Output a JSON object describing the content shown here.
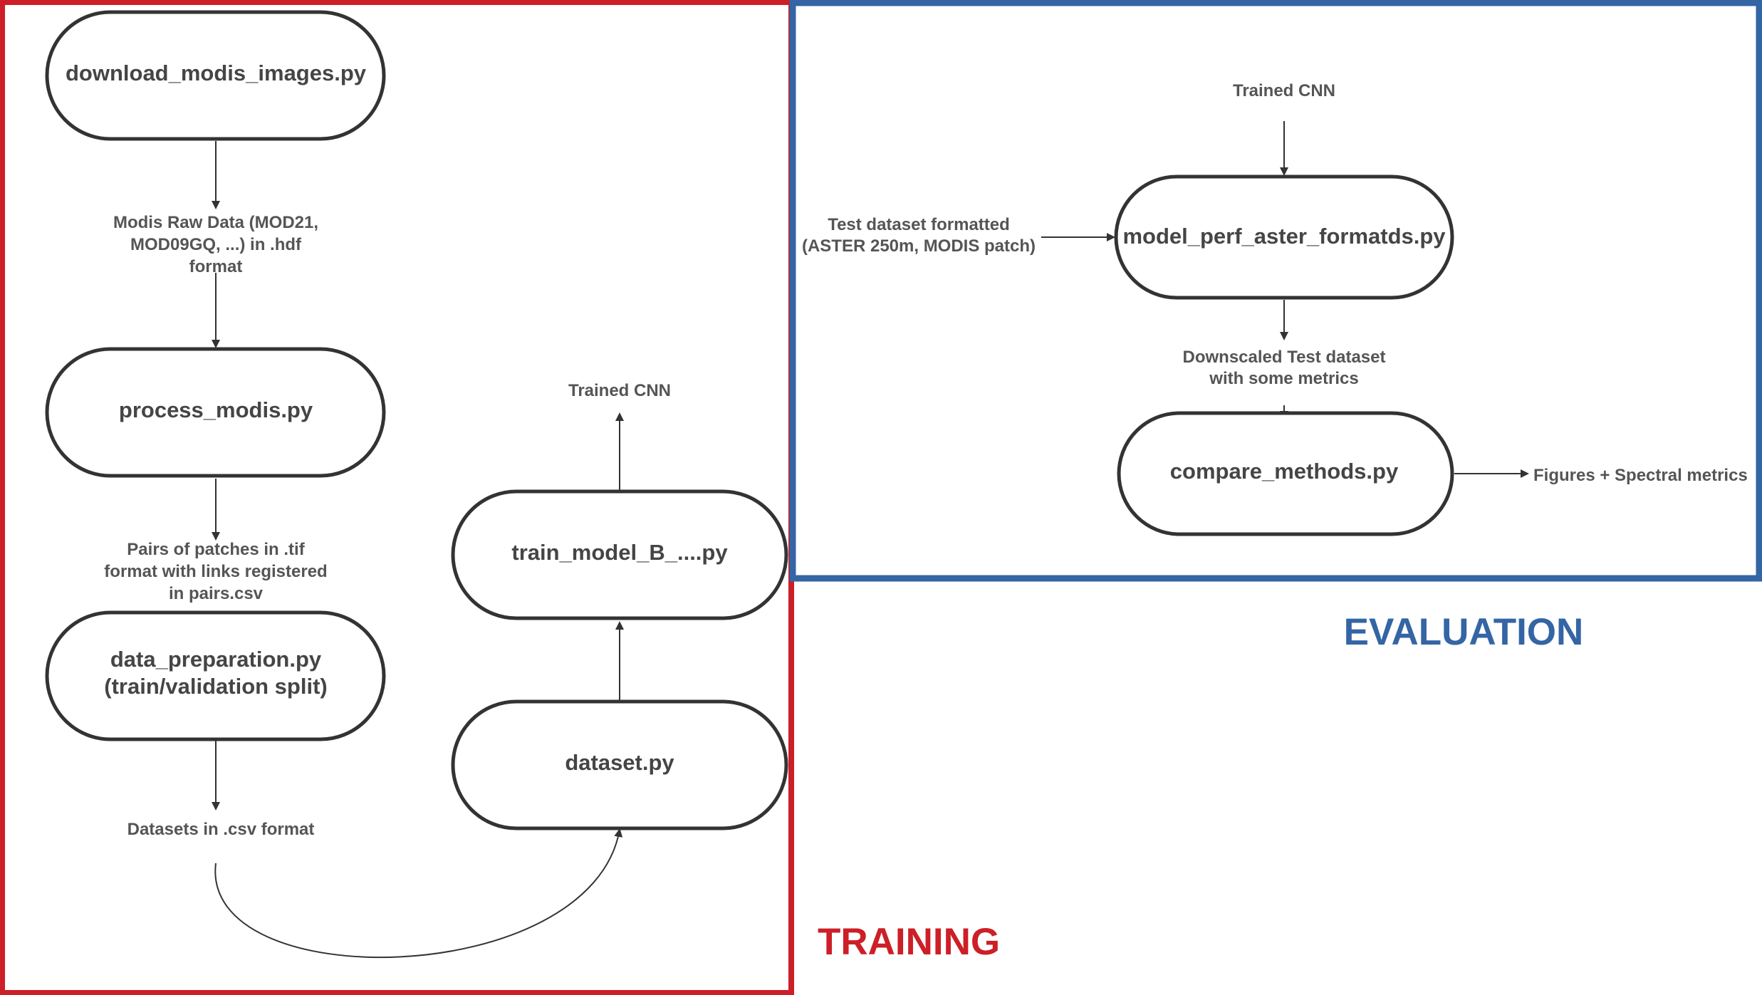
{
  "colors": {
    "training": "#cc1f27",
    "evaluation": "#3465a4",
    "node_stroke": "#333333",
    "node_text": "#454545",
    "label_text": "#555555"
  },
  "sections": {
    "training": {
      "title": "TRAINING"
    },
    "evaluation": {
      "title": "EVALUATION"
    }
  },
  "nodes": {
    "download_modis_images": {
      "label": "download_modis_images.py"
    },
    "process_modis": {
      "label": "process_modis.py"
    },
    "data_preparation": {
      "label_lines": [
        "data_preparation.py",
        "(train/validation split)"
      ]
    },
    "dataset": {
      "label": "dataset.py"
    },
    "train_model": {
      "label": "train_model_B_....py"
    },
    "model_perf": {
      "label": "model_perf_aster_formatds.py"
    },
    "compare_methods": {
      "label": "compare_methods.py"
    }
  },
  "labels": {
    "modis_raw_data": [
      "Modis Raw Data (MOD21,",
      "MOD09GQ, ...) in .hdf",
      "format"
    ],
    "pairs_of_patches": [
      "Pairs of patches in .tif",
      "format with links registered",
      "in pairs.csv"
    ],
    "datasets_csv": [
      "Datasets in .csv format"
    ],
    "trained_cnn_out": [
      "Trained CNN"
    ],
    "trained_cnn_in": [
      "Trained CNN"
    ],
    "test_dataset": [
      "Test dataset formatted",
      "(ASTER 250m, MODIS patch)"
    ],
    "downscaled": [
      "Downscaled Test dataset",
      "with some metrics"
    ],
    "figures": [
      "Figures + Spectral metrics"
    ]
  }
}
